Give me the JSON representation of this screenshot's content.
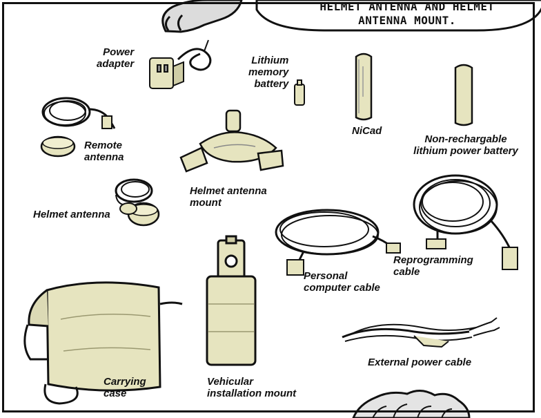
{
  "speech_bubble": {
    "line1": "HELMET ANTENNA AND HELMET",
    "line2": "ANTENNA MOUNT."
  },
  "items": {
    "power_adapter": [
      "Power",
      "adapter"
    ],
    "lithium_memory_battery": [
      "Lithium",
      "memory",
      "battery"
    ],
    "nicad": [
      "NiCad"
    ],
    "non_rechargeable_battery": [
      "Non-rechargable",
      "lithium power battery"
    ],
    "remote_antenna": [
      "Remote",
      "antenna"
    ],
    "helmet_antenna_mount": [
      "Helmet antenna",
      "mount"
    ],
    "helmet_antenna": [
      "Helmet antenna"
    ],
    "personal_computer_cable": [
      "Personal",
      "computer cable"
    ],
    "reprogramming_cable": [
      "Reprogramming",
      "cable"
    ],
    "external_power_cable": [
      "External power cable"
    ],
    "carrying_case": [
      "Carrying",
      "case"
    ],
    "vehicular_installation_mount": [
      "Vehicular",
      "installation mount"
    ]
  },
  "colors": {
    "item_fill": "#e6e4bf",
    "ink": "#111111",
    "background": "#ffffff"
  }
}
